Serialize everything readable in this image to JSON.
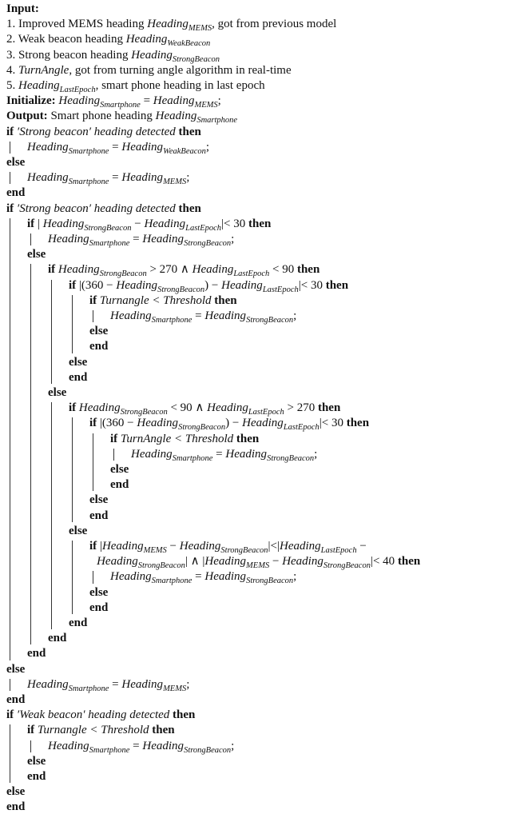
{
  "lines": [
    {
      "indent": 0,
      "segments": [
        {
          "t": "Input:",
          "s": "b"
        }
      ]
    },
    {
      "indent": 0,
      "segments": [
        {
          "t": "1. Improved MEMS heading "
        },
        {
          "t": "Heading",
          "s": "it"
        },
        {
          "t": "MEMS",
          "s": "sub"
        },
        {
          "t": ", got from previous model"
        }
      ]
    },
    {
      "indent": 0,
      "segments": [
        {
          "t": "2. Weak beacon heading "
        },
        {
          "t": "Heading",
          "s": "it"
        },
        {
          "t": "WeakBeacon",
          "s": "sub"
        }
      ]
    },
    {
      "indent": 0,
      "segments": [
        {
          "t": "3. Strong beacon heading "
        },
        {
          "t": "Heading",
          "s": "it"
        },
        {
          "t": "StrongBeacon",
          "s": "sub"
        }
      ]
    },
    {
      "indent": 0,
      "segments": [
        {
          "t": "4. "
        },
        {
          "t": "TurnAngle",
          "s": "it"
        },
        {
          "t": ", got from turning angle algorithm in real-time"
        }
      ]
    },
    {
      "indent": 0,
      "segments": [
        {
          "t": "5. "
        },
        {
          "t": "Heading",
          "s": "it"
        },
        {
          "t": "LastEpoch",
          "s": "sub"
        },
        {
          "t": ", smart phone heading in last epoch"
        }
      ]
    },
    {
      "indent": 0,
      "segments": [
        {
          "t": "Initialize: ",
          "s": "b"
        },
        {
          "t": "Heading",
          "s": "it"
        },
        {
          "t": "Smartphone",
          "s": "sub"
        },
        {
          "t": " = "
        },
        {
          "t": "Heading",
          "s": "it"
        },
        {
          "t": "MEMS",
          "s": "sub"
        },
        {
          "t": ";"
        }
      ]
    },
    {
      "indent": 0,
      "segments": [
        {
          "t": "Output: ",
          "s": "b"
        },
        {
          "t": "Smart phone heading "
        },
        {
          "t": "Heading",
          "s": "it"
        },
        {
          "t": "Smartphone",
          "s": "sub"
        }
      ]
    },
    {
      "indent": 0,
      "segments": [
        {
          "t": "if ",
          "s": "b"
        },
        {
          "t": "′Strong beacon′ heading detected",
          "s": "it"
        },
        {
          "t": " then",
          "s": "b"
        }
      ]
    },
    {
      "indent": 1,
      "segments": [
        {
          "t": "Heading",
          "s": "it"
        },
        {
          "t": "Smartphone",
          "s": "sub"
        },
        {
          "t": " = "
        },
        {
          "t": "Heading",
          "s": "it"
        },
        {
          "t": "WeakBeacon",
          "s": "sub"
        },
        {
          "t": ";"
        }
      ]
    },
    {
      "indent": 0,
      "segments": [
        {
          "t": "else",
          "s": "b"
        }
      ]
    },
    {
      "indent": 1,
      "segments": [
        {
          "t": "Heading",
          "s": "it"
        },
        {
          "t": "Smartphone",
          "s": "sub"
        },
        {
          "t": " = "
        },
        {
          "t": "Heading",
          "s": "it"
        },
        {
          "t": "MEMS",
          "s": "sub"
        },
        {
          "t": ";"
        }
      ]
    },
    {
      "indent": 0,
      "segments": [
        {
          "t": "end",
          "s": "b"
        }
      ]
    },
    {
      "indent": 0,
      "segments": [
        {
          "t": "if ",
          "s": "b"
        },
        {
          "t": "′Strong beacon′ heading detected",
          "s": "it"
        },
        {
          "t": " then",
          "s": "b"
        }
      ]
    },
    {
      "indent": 1,
      "segments": [
        {
          "t": "if ",
          "s": "b"
        },
        {
          "t": "| "
        },
        {
          "t": "Heading",
          "s": "it"
        },
        {
          "t": "StrongBeacon",
          "s": "sub"
        },
        {
          "t": " − "
        },
        {
          "t": "Heading",
          "s": "it"
        },
        {
          "t": "LastEpoch",
          "s": "sub"
        },
        {
          "t": "|< 30"
        },
        {
          "t": " then",
          "s": "b"
        }
      ]
    },
    {
      "indent": 2,
      "segments": [
        {
          "t": "Heading",
          "s": "it"
        },
        {
          "t": "Smartphone",
          "s": "sub"
        },
        {
          "t": " = "
        },
        {
          "t": "Heading",
          "s": "it"
        },
        {
          "t": "StrongBeacon",
          "s": "sub"
        },
        {
          "t": ";"
        }
      ]
    },
    {
      "indent": 1,
      "segments": [
        {
          "t": "else",
          "s": "b"
        }
      ]
    },
    {
      "indent": 2,
      "segments": [
        {
          "t": "if ",
          "s": "b"
        },
        {
          "t": "Heading",
          "s": "it"
        },
        {
          "t": "StrongBeacon",
          "s": "sub"
        },
        {
          "t": " > 270 ∧ "
        },
        {
          "t": "Heading",
          "s": "it"
        },
        {
          "t": "LastEpoch",
          "s": "sub"
        },
        {
          "t": " < 90"
        },
        {
          "t": " then",
          "s": "b"
        }
      ]
    },
    {
      "indent": 3,
      "segments": [
        {
          "t": "if ",
          "s": "b"
        },
        {
          "t": "|(360 − "
        },
        {
          "t": "Heading",
          "s": "it"
        },
        {
          "t": "StrongBeacon",
          "s": "sub"
        },
        {
          "t": ") − "
        },
        {
          "t": "Heading",
          "s": "it"
        },
        {
          "t": "LastEpoch",
          "s": "sub"
        },
        {
          "t": "|< 30"
        },
        {
          "t": " then",
          "s": "b"
        }
      ]
    },
    {
      "indent": 4,
      "segments": [
        {
          "t": "if ",
          "s": "b"
        },
        {
          "t": "Turnangle < Threshold",
          "s": "it"
        },
        {
          "t": " then",
          "s": "b"
        }
      ]
    },
    {
      "indent": 5,
      "segments": [
        {
          "t": "Heading",
          "s": "it"
        },
        {
          "t": "Smartphone",
          "s": "sub"
        },
        {
          "t": " = "
        },
        {
          "t": "Heading",
          "s": "it"
        },
        {
          "t": "StrongBeacon",
          "s": "sub"
        },
        {
          "t": ";"
        }
      ]
    },
    {
      "indent": 4,
      "segments": [
        {
          "t": "else",
          "s": "b"
        }
      ]
    },
    {
      "indent": 4,
      "segments": [
        {
          "t": "end",
          "s": "b"
        }
      ]
    },
    {
      "indent": 3,
      "segments": [
        {
          "t": "else",
          "s": "b"
        }
      ]
    },
    {
      "indent": 3,
      "segments": [
        {
          "t": "end",
          "s": "b"
        }
      ]
    },
    {
      "indent": 2,
      "segments": [
        {
          "t": "else",
          "s": "b"
        }
      ]
    },
    {
      "indent": 3,
      "segments": [
        {
          "t": "if ",
          "s": "b"
        },
        {
          "t": "Heading",
          "s": "it"
        },
        {
          "t": "StrongBeacon",
          "s": "sub"
        },
        {
          "t": " < 90 ∧ "
        },
        {
          "t": "Heading",
          "s": "it"
        },
        {
          "t": "LastEpoch",
          "s": "sub"
        },
        {
          "t": " > 270"
        },
        {
          "t": " then",
          "s": "b"
        }
      ]
    },
    {
      "indent": 4,
      "segments": [
        {
          "t": "if ",
          "s": "b"
        },
        {
          "t": "|(360 − "
        },
        {
          "t": "Heading",
          "s": "it"
        },
        {
          "t": "StrongBeacon",
          "s": "sub"
        },
        {
          "t": ") − "
        },
        {
          "t": "Heading",
          "s": "it"
        },
        {
          "t": "LastEpoch",
          "s": "sub"
        },
        {
          "t": "|< 30"
        },
        {
          "t": " then",
          "s": "b"
        }
      ]
    },
    {
      "indent": 5,
      "segments": [
        {
          "t": "if ",
          "s": "b"
        },
        {
          "t": "TurnAngle < Threshold",
          "s": "it"
        },
        {
          "t": " then",
          "s": "b"
        }
      ]
    },
    {
      "indent": 6,
      "segments": [
        {
          "t": "Heading",
          "s": "it"
        },
        {
          "t": "Smartphone",
          "s": "sub"
        },
        {
          "t": " = "
        },
        {
          "t": "Heading",
          "s": "it"
        },
        {
          "t": "StrongBeacon",
          "s": "sub"
        },
        {
          "t": ";"
        }
      ]
    },
    {
      "indent": 5,
      "segments": [
        {
          "t": "else",
          "s": "b"
        }
      ]
    },
    {
      "indent": 5,
      "segments": [
        {
          "t": "end",
          "s": "b"
        }
      ]
    },
    {
      "indent": 4,
      "segments": [
        {
          "t": "else",
          "s": "b"
        }
      ]
    },
    {
      "indent": 4,
      "segments": [
        {
          "t": "end",
          "s": "b"
        }
      ]
    },
    {
      "indent": 3,
      "segments": [
        {
          "t": "else",
          "s": "b"
        }
      ]
    },
    {
      "indent": 4,
      "segments": [
        {
          "t": "if ",
          "s": "b"
        },
        {
          "t": "|"
        },
        {
          "t": "Heading",
          "s": "it"
        },
        {
          "t": "MEMS",
          "s": "sub"
        },
        {
          "t": " − "
        },
        {
          "t": "Heading",
          "s": "it"
        },
        {
          "t": "StrongBeacon",
          "s": "sub"
        },
        {
          "t": "|<|"
        },
        {
          "t": "Heading",
          "s": "it"
        },
        {
          "t": "LastEpoch",
          "s": "sub"
        },
        {
          "t": " −"
        }
      ]
    },
    {
      "indent": 4.35,
      "segments": [
        {
          "t": "Heading",
          "s": "it"
        },
        {
          "t": "StrongBeacon",
          "s": "sub"
        },
        {
          "t": "| ∧ |"
        },
        {
          "t": "Heading",
          "s": "it"
        },
        {
          "t": "MEMS",
          "s": "sub"
        },
        {
          "t": " − "
        },
        {
          "t": "Heading",
          "s": "it"
        },
        {
          "t": "StrongBeacon",
          "s": "sub"
        },
        {
          "t": "|< 40"
        },
        {
          "t": " then",
          "s": "b"
        }
      ]
    },
    {
      "indent": 5,
      "segments": [
        {
          "t": "Heading",
          "s": "it"
        },
        {
          "t": "Smartphone",
          "s": "sub"
        },
        {
          "t": " = "
        },
        {
          "t": "Heading",
          "s": "it"
        },
        {
          "t": "StrongBeacon",
          "s": "sub"
        },
        {
          "t": ";"
        }
      ]
    },
    {
      "indent": 4,
      "segments": [
        {
          "t": "else",
          "s": "b"
        }
      ]
    },
    {
      "indent": 4,
      "segments": [
        {
          "t": "end",
          "s": "b"
        }
      ]
    },
    {
      "indent": 3,
      "segments": [
        {
          "t": "end",
          "s": "b"
        }
      ]
    },
    {
      "indent": 2,
      "segments": [
        {
          "t": "end",
          "s": "b"
        }
      ]
    },
    {
      "indent": 1,
      "segments": [
        {
          "t": "end",
          "s": "b"
        }
      ]
    },
    {
      "indent": 0,
      "segments": [
        {
          "t": "else",
          "s": "b"
        }
      ]
    },
    {
      "indent": 1,
      "segments": [
        {
          "t": "Heading",
          "s": "it"
        },
        {
          "t": "Smartphone",
          "s": "sub"
        },
        {
          "t": " = "
        },
        {
          "t": "Heading",
          "s": "it"
        },
        {
          "t": "MEMS",
          "s": "sub"
        },
        {
          "t": ";"
        }
      ]
    },
    {
      "indent": 0,
      "segments": [
        {
          "t": "end",
          "s": "b"
        }
      ]
    },
    {
      "indent": 0,
      "segments": [
        {
          "t": "if ",
          "s": "b"
        },
        {
          "t": "′Weak beacon′ heading detected",
          "s": "it"
        },
        {
          "t": " then",
          "s": "b"
        }
      ]
    },
    {
      "indent": 1,
      "segments": [
        {
          "t": "if ",
          "s": "b"
        },
        {
          "t": "Turnangle < Threshold",
          "s": "it"
        },
        {
          "t": " then",
          "s": "b"
        }
      ]
    },
    {
      "indent": 2,
      "segments": [
        {
          "t": "Heading",
          "s": "it"
        },
        {
          "t": "Smartphone",
          "s": "sub"
        },
        {
          "t": " = "
        },
        {
          "t": "Heading",
          "s": "it"
        },
        {
          "t": "StrongBeacon",
          "s": "sub"
        },
        {
          "t": ";"
        }
      ]
    },
    {
      "indent": 1,
      "segments": [
        {
          "t": "else",
          "s": "b"
        }
      ]
    },
    {
      "indent": 1,
      "segments": [
        {
          "t": "end",
          "s": "b"
        }
      ]
    },
    {
      "indent": 0,
      "segments": [
        {
          "t": "else",
          "s": "b"
        }
      ]
    },
    {
      "indent": 0,
      "segments": [
        {
          "t": "end",
          "s": "b"
        }
      ]
    }
  ]
}
